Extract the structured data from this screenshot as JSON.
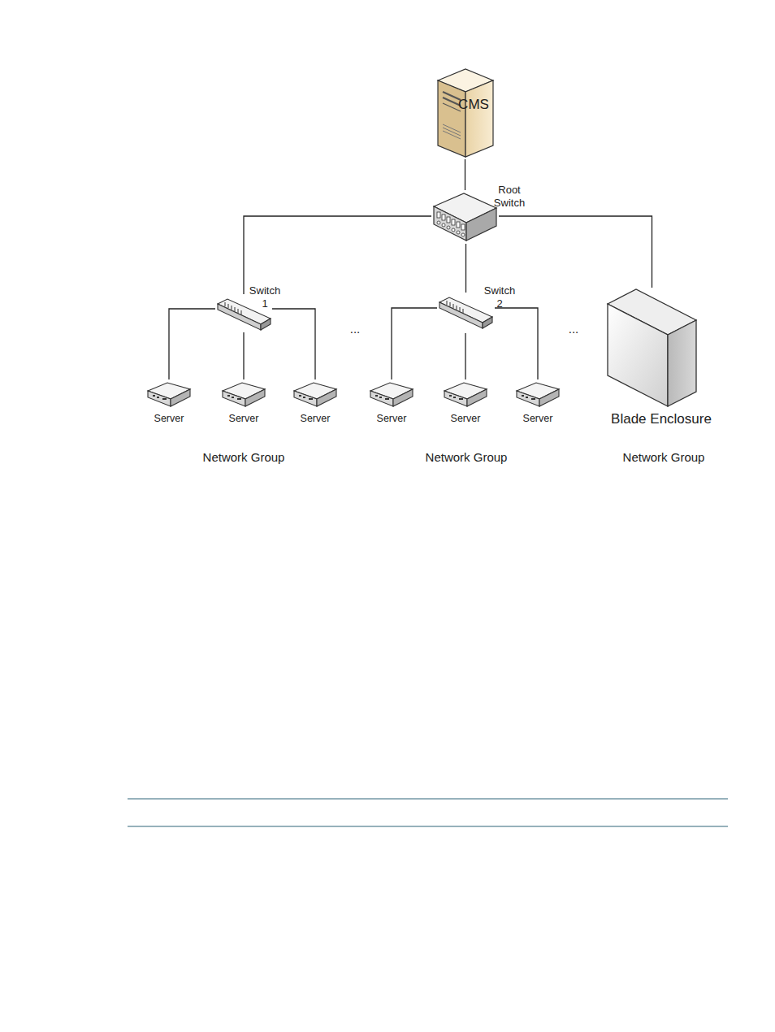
{
  "diagram": {
    "nodes": [
      {
        "text": [
          "CMS"
        ]
      },
      {
        "text": [
          "Root Switch"
        ]
      },
      {
        "text": [
          "Switch 1"
        ]
      },
      {
        "text": [
          "Switch 2"
        ]
      },
      {
        "text": [
          "Server"
        ]
      },
      {
        "text": [
          "Server"
        ]
      },
      {
        "text": [
          "Server"
        ]
      },
      {
        "text": [
          "Server"
        ]
      },
      {
        "text": [
          "Server"
        ]
      },
      {
        "text": [
          "Server"
        ]
      },
      {
        "text": [
          "Blade Enclosure"
        ]
      }
    ],
    "edges": [
      {
        "from": 0,
        "to": 1,
        "arrow": "none"
      },
      {
        "from": 1,
        "to": 2,
        "arrow": "none"
      },
      {
        "from": 1,
        "to": 3,
        "arrow": "none"
      },
      {
        "from": 1,
        "to": 10,
        "arrow": "none"
      },
      {
        "from": 2,
        "to": 4,
        "arrow": "none"
      },
      {
        "from": 2,
        "to": 5,
        "arrow": "none"
      },
      {
        "from": 2,
        "to": 6,
        "arrow": "none"
      },
      {
        "from": 3,
        "to": 7,
        "arrow": "none"
      },
      {
        "from": 3,
        "to": 8,
        "arrow": "none"
      },
      {
        "from": 3,
        "to": 9,
        "arrow": "none"
      }
    ],
    "labels": [
      "...",
      "...",
      "Network Group",
      "Network Group",
      "Network Group"
    ]
  }
}
